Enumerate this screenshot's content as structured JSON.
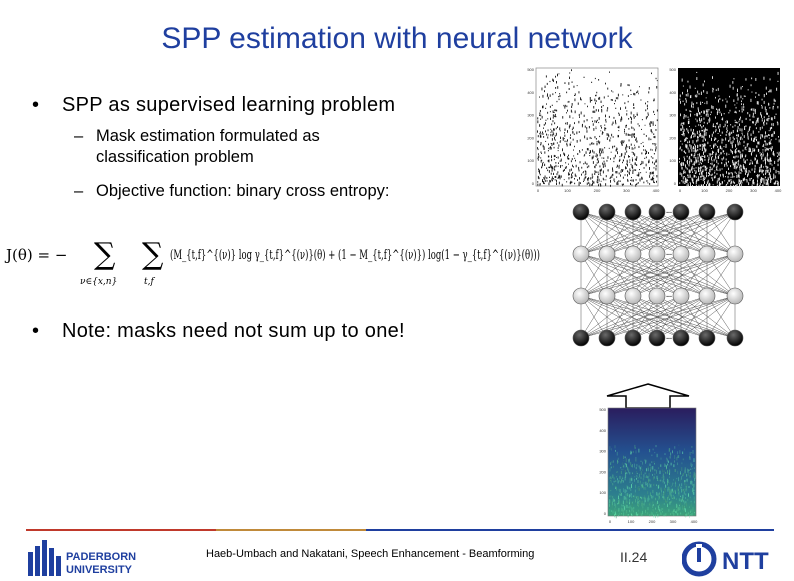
{
  "slide": {
    "title": "SPP estimation with neural network",
    "bullets": {
      "main": "SPP as supervised learning problem",
      "sub1_line1": "Mask estimation formulated as",
      "sub1_line2": "classification problem",
      "sub2": "Objective function: binary cross entropy:",
      "note": "Note: masks need not sum up to one!"
    },
    "formula": {
      "lhs": "J(θ) = −",
      "sum1_index": "ν∈{x,n}",
      "sum2_index": "t,f",
      "body": "(M_{t,f}^{(ν)} log γ_{t,f}^{(ν)}(θ) + (1 − M_{t,f}^{(ν)}) log(1 − γ_{t,f}^{(ν)}(θ)))"
    },
    "figures": {
      "spec_top_left_yticks": [
        "500",
        "400",
        "300",
        "200",
        "100",
        "0"
      ],
      "spec_top_left_xticks": [
        "0",
        "100",
        "200",
        "300",
        "400"
      ],
      "spec_top_right_yticks": [
        "500",
        "400",
        "300",
        "200",
        "100",
        "0"
      ],
      "spec_top_right_xticks": [
        "0",
        "100",
        "200",
        "300",
        "400"
      ],
      "spec_bottom_yticks": [
        "500",
        "400",
        "300",
        "200",
        "100",
        "0"
      ],
      "spec_bottom_xticks": [
        "0",
        "100",
        "200",
        "300",
        "400"
      ],
      "nn_ellipsis": "...",
      "spec_bottom_colors": [
        "#2a1d5e",
        "#24508f",
        "#2d7f8e",
        "#3ca37a"
      ]
    },
    "footer": {
      "university_line1": "PADERBORN",
      "university_line2": "UNIVERSITY",
      "citation": "Haeb-Umbach and Nakatani, Speech Enhancement - Beamforming",
      "page_number": "II.24",
      "company": "NTT",
      "line_colors": [
        "#c0392b",
        "#c08a3a",
        "#1f3f9f"
      ]
    }
  }
}
